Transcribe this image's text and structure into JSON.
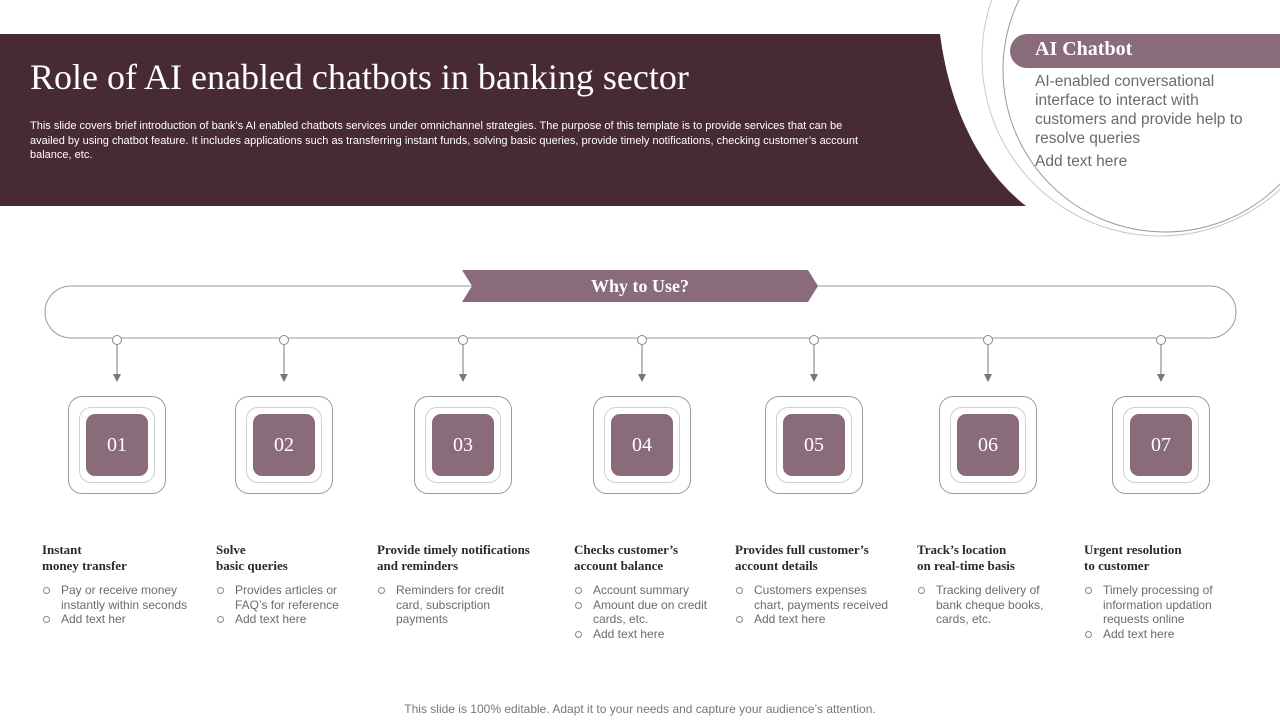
{
  "title": "Role of AI enabled chatbots in banking sector",
  "description": "This slide covers brief introduction of bank’s AI enabled chatbots services under omnichannel strategies. The purpose of this template is to provide services that can be availed by using chatbot feature. It includes applications such as transferring instant funds, solving basic queries, provide timely notifications, checking customer’s account balance, etc.",
  "chatbot": {
    "title": "AI Chatbot",
    "description": "AI-enabled conversational interface to interact with customers and provide help to resolve queries",
    "add_text": "Add text here"
  },
  "why_label": "Why to Use?",
  "items": [
    {
      "number": "01",
      "title": "Instant\nmoney transfer",
      "bullets": [
        "Pay or receive money instantly within seconds",
        "Add text her"
      ]
    },
    {
      "number": "02",
      "title": "Solve\nbasic queries",
      "bullets": [
        "Provides articles or FAQ’s for reference",
        "Add text here"
      ]
    },
    {
      "number": "03",
      "title": "Provide timely notifications\nand reminders",
      "bullets": [
        "Reminders for credit card, subscription payments"
      ]
    },
    {
      "number": "04",
      "title": "Checks customer’s\naccount balance",
      "bullets": [
        "Account summary",
        "Amount due on credit cards, etc.",
        "Add text here"
      ]
    },
    {
      "number": "05",
      "title": "Provides full customer’s\naccount details",
      "bullets": [
        "Customers expenses chart, payments received",
        "Add text here"
      ]
    },
    {
      "number": "06",
      "title": "Track’s location\non real-time basis",
      "bullets": [
        "Tracking delivery of bank cheque books, cards, etc."
      ]
    },
    {
      "number": "07",
      "title": "Urgent resolution\nto customer",
      "bullets": [
        "Timely processing of information updation requests online",
        "Add text here"
      ]
    }
  ],
  "footer": "This slide is 100% editable. Adapt it to your needs and capture your audience’s attention.",
  "colors": {
    "banner": "#472a34",
    "accent": "#896b7a"
  }
}
